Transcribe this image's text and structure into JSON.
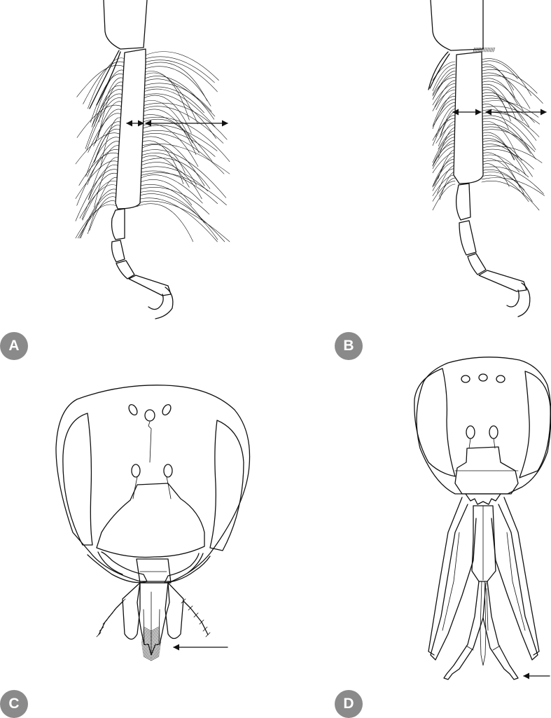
{
  "panels": [
    {
      "id": "A",
      "label": "A",
      "subject": "hind-leg-long-setae"
    },
    {
      "id": "B",
      "label": "B",
      "subject": "hind-leg-short-setae"
    },
    {
      "id": "C",
      "label": "C",
      "subject": "head-short-mouthparts"
    },
    {
      "id": "D",
      "label": "D",
      "subject": "head-long-mouthparts"
    }
  ],
  "colors": {
    "badge": "#8a8a8a",
    "badge_text": "#ffffff",
    "ink": "#111111",
    "background": "#ffffff"
  }
}
